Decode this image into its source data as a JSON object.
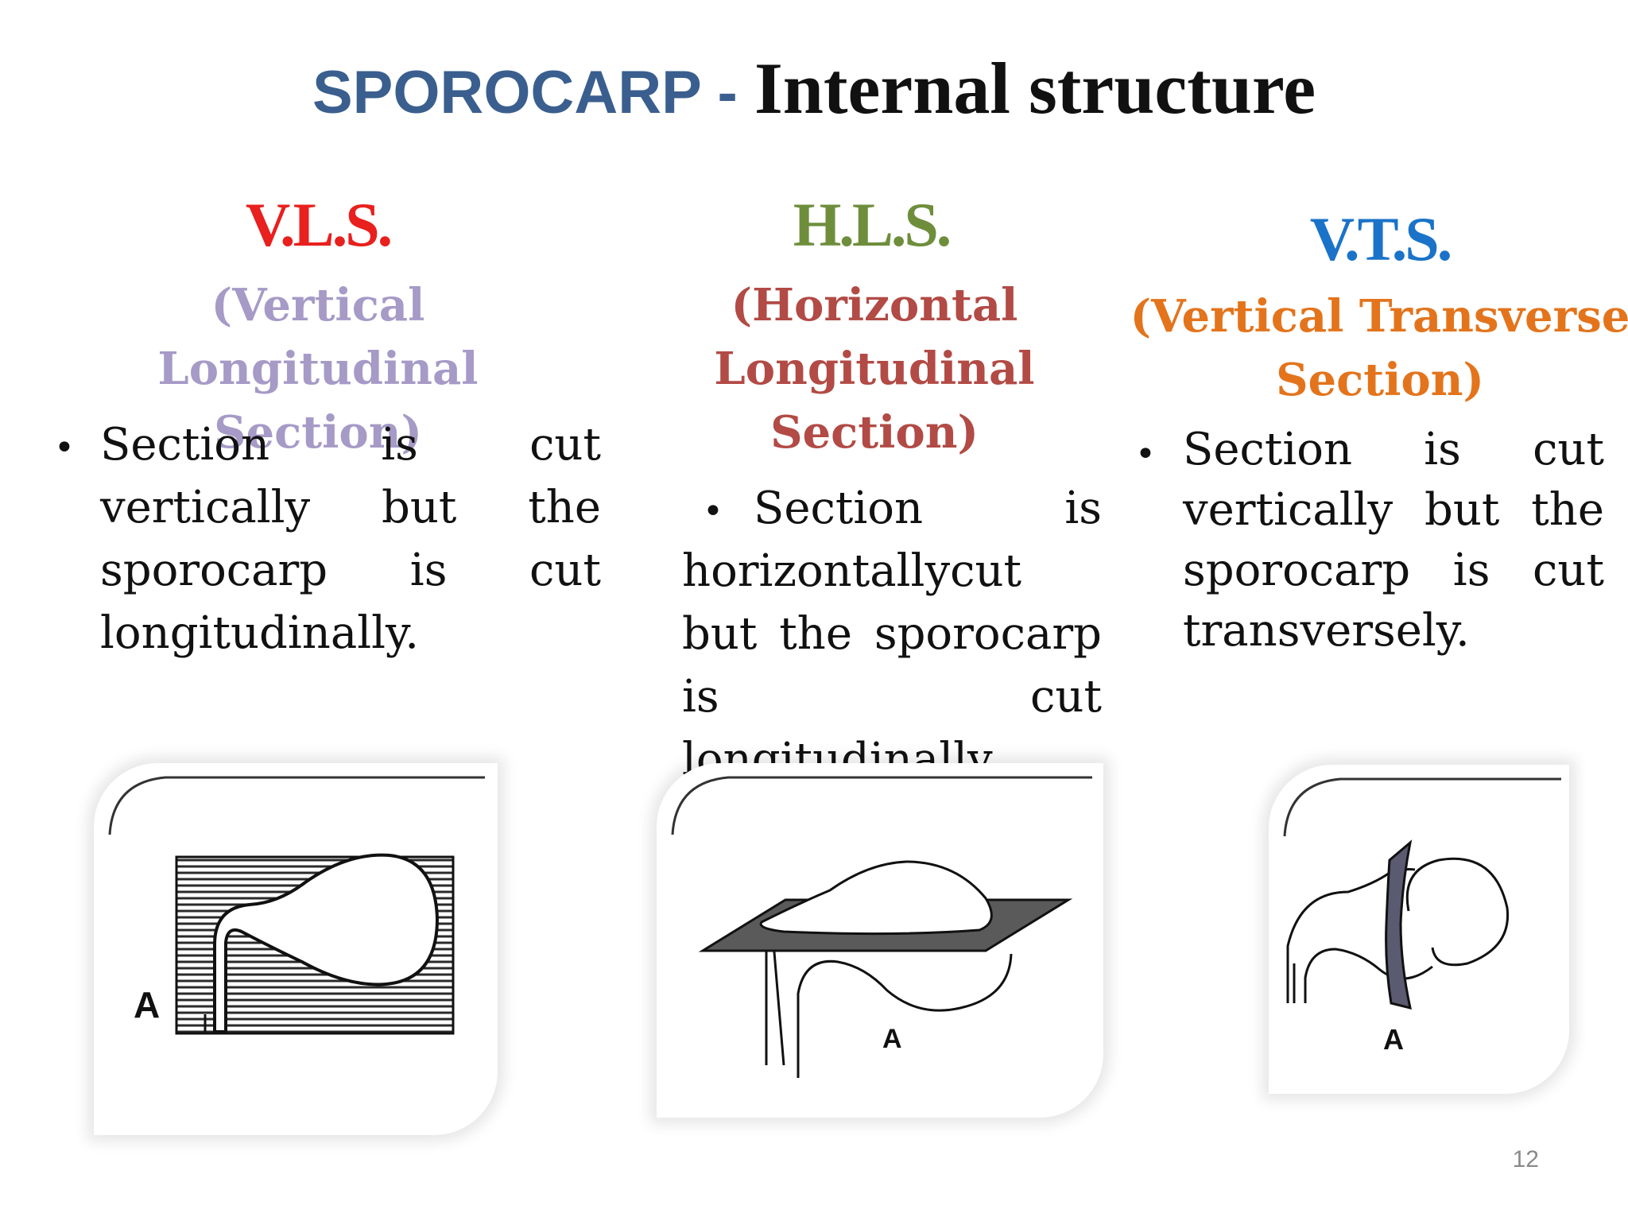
{
  "slide": {
    "title_prefix": "SPOROCARP - ",
    "title_main": "Internal structure",
    "page_number": "12",
    "colors": {
      "title_prefix": "#3a5f8f",
      "vls_abbr": "#e8201e",
      "vls_full": "#a69ac7",
      "hls_abbr": "#6e8e3c",
      "hls_full": "#b24a45",
      "vts_abbr": "#1a73c8",
      "vts_full": "#e3741c"
    }
  },
  "columns": {
    "vls": {
      "abbr": "V.L.S.",
      "full_line1": "(Vertical Longitudinal",
      "full_line2": "Section)",
      "bullet_glyph": "•",
      "text": "Section is cut vertically but the sporocarp is cut longitudinally.",
      "diagram_label": "A"
    },
    "hls": {
      "abbr": "H.L.S.",
      "full_line1": "(Horizontal",
      "full_line2": "Longitudinal",
      "full_line3": "Section)",
      "bullet_glyph": "•",
      "text": "Section is horizontallycut but the sporocarp is cut longitudinally.",
      "diagram_label": "A"
    },
    "vts": {
      "abbr": "V.T.S.",
      "full_line1": "(Vertical Transverse",
      "full_line2": "Section)",
      "bullet_glyph": "•",
      "text": "Section is cut vertically but the sporocarp is cut transversely.",
      "diagram_label": "A"
    }
  }
}
